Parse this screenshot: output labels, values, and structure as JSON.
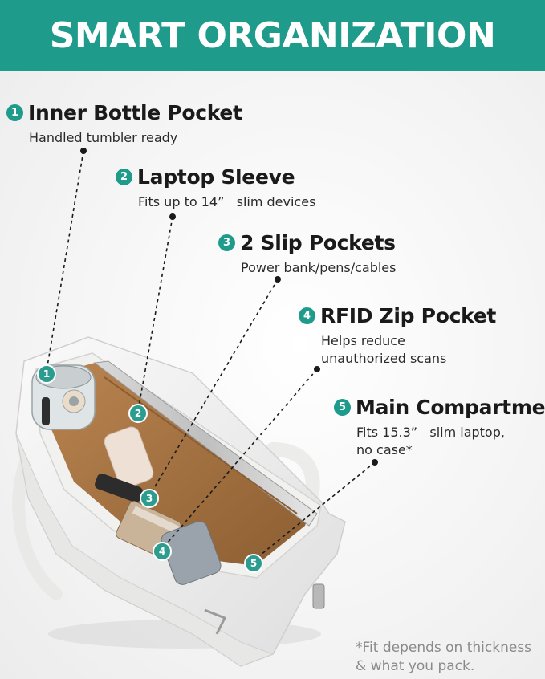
{
  "header": {
    "title": "SMART ORGANIZATION"
  },
  "callouts": [
    {
      "number": "1",
      "title": "Inner Bottle Pocket",
      "lines": [
        "Handled tumbler ready"
      ]
    },
    {
      "number": "2",
      "title": "Laptop Sleeve",
      "lines": [
        "Fits up to 14”   slim devices"
      ]
    },
    {
      "number": "3",
      "title": "2 Slip Pockets",
      "lines": [
        "Power bank/pens/cables"
      ]
    },
    {
      "number": "4",
      "title": "RFID Zip Pocket",
      "lines": [
        "Helps reduce",
        "unauthorized scans"
      ]
    },
    {
      "number": "5",
      "title": "Main Compartment",
      "lines": [
        "Fits 15.3”   slim laptop,",
        "no case*"
      ]
    }
  ],
  "markers": [
    "1",
    "2",
    "3",
    "4",
    "5"
  ],
  "footnote": {
    "line1": "*Fit depends on thickness",
    "line2": "& what you pack."
  },
  "colors": {
    "accent": "#1f9b8c",
    "bag": "#f2f2f0",
    "lining": "#a8743f"
  }
}
